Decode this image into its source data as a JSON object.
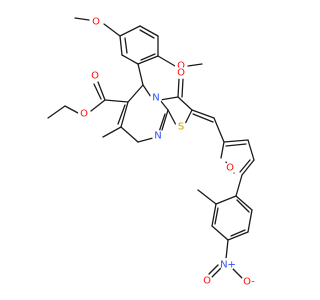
{
  "molecule": {
    "atoms": [
      {
        "id": "O_ome_top",
        "symbol": "O",
        "color": "#ff0d0d"
      },
      {
        "id": "O_ome_right",
        "symbol": "O",
        "color": "#ff0d0d"
      },
      {
        "id": "O_ester_carbonyl",
        "symbol": "O",
        "color": "#ff0d0d"
      },
      {
        "id": "O_ester",
        "symbol": "O",
        "color": "#ff0d0d"
      },
      {
        "id": "N_bridge",
        "symbol": "N",
        "color": "#3050f8"
      },
      {
        "id": "O_keto",
        "symbol": "O",
        "color": "#ff0d0d"
      },
      {
        "id": "N_pyrimidine",
        "symbol": "N",
        "color": "#3050f8"
      },
      {
        "id": "S_thiazole",
        "symbol": "S",
        "color": "#c8a000"
      },
      {
        "id": "O_furan",
        "symbol": "O",
        "color": "#ff0d0d"
      },
      {
        "id": "N_nitro",
        "symbol": "N+",
        "color": "#3050f8"
      },
      {
        "id": "O_nitro_double",
        "symbol": "O",
        "color": "#ff0d0d"
      },
      {
        "id": "O_nitro_minus",
        "symbol": "O-",
        "color": "#ff0d0d"
      }
    ]
  }
}
